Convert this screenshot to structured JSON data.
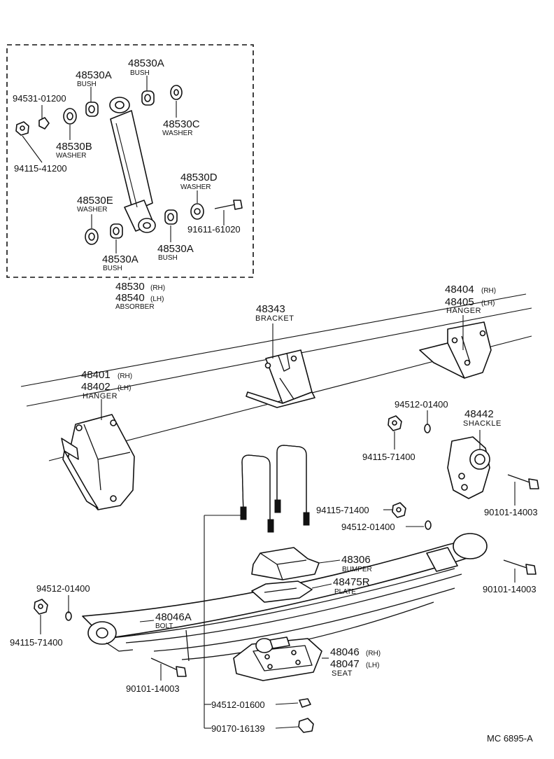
{
  "diagram": {
    "figure_code": "MC  6895-A",
    "labels": {
      "bush_48530A_top": {
        "number": "48530A",
        "name": "BUSH"
      },
      "bush_48530A_left": {
        "number": "48530A",
        "name": "BUSH"
      },
      "clip_94531": {
        "number": "94531-01200"
      },
      "washer_48530C": {
        "number": "48530C",
        "name": "WASHER"
      },
      "washer_48530B": {
        "number": "48530B",
        "name": "WASHER"
      },
      "nut_94115_41200": {
        "number": "94115-41200"
      },
      "washer_48530D": {
        "number": "48530D",
        "name": "WASHER"
      },
      "washer_48530E": {
        "number": "48530E",
        "name": "WASHER"
      },
      "bolt_91611": {
        "number": "91611-61020"
      },
      "bush_48530A_bottom_left": {
        "number": "48530A",
        "name": "BUSH"
      },
      "bush_48530A_bottom_right": {
        "number": "48530A",
        "name": "BUSH"
      },
      "absorber": {
        "number_rh": "48530",
        "rh": "(RH)",
        "number_lh": "48540",
        "lh": "(LH)",
        "name": "ABSORBER"
      },
      "rear_hanger": {
        "number_rh": "48404",
        "rh": "(RH)",
        "number_lh": "48405",
        "lh": "(LH)",
        "name": "HANGER"
      },
      "bracket": {
        "number": "48343",
        "name": "BRACKET"
      },
      "front_hanger": {
        "number_rh": "48401",
        "rh": "(RH)",
        "number_lh": "48402",
        "lh": "(LH)",
        "name": "HANGER"
      },
      "washer_94512_top": {
        "number": "94512-01400"
      },
      "shackle": {
        "number": "48442",
        "name": "SHACKLE"
      },
      "nut_94115_71400_top": {
        "number": "94115-71400"
      },
      "bolt_90101_shackle": {
        "number": "90101-14003"
      },
      "nut_94115_71400_mid": {
        "number": "94115-71400"
      },
      "washer_94512_mid": {
        "number": "94512-01400"
      },
      "bumper": {
        "number": "48306",
        "name": "BUMPER"
      },
      "plate": {
        "number": "48475R",
        "name": "PLATE"
      },
      "bolt_90101_right": {
        "number": "90101-14003"
      },
      "washer_94512_left": {
        "number": "94512-01400"
      },
      "spring_bolt": {
        "number": "48046A",
        "name": "BOLT"
      },
      "nut_94115_71400_left": {
        "number": "94115-71400"
      },
      "seat": {
        "number_rh": "48046",
        "rh": "(RH)",
        "number_lh": "48047",
        "lh": "(LH)",
        "name": "SEAT"
      },
      "bolt_90101_bottom": {
        "number": "90101-14003"
      },
      "washer_94512_01600": {
        "number": "94512-01600"
      },
      "nut_90170": {
        "number": "90170-16139"
      }
    }
  }
}
